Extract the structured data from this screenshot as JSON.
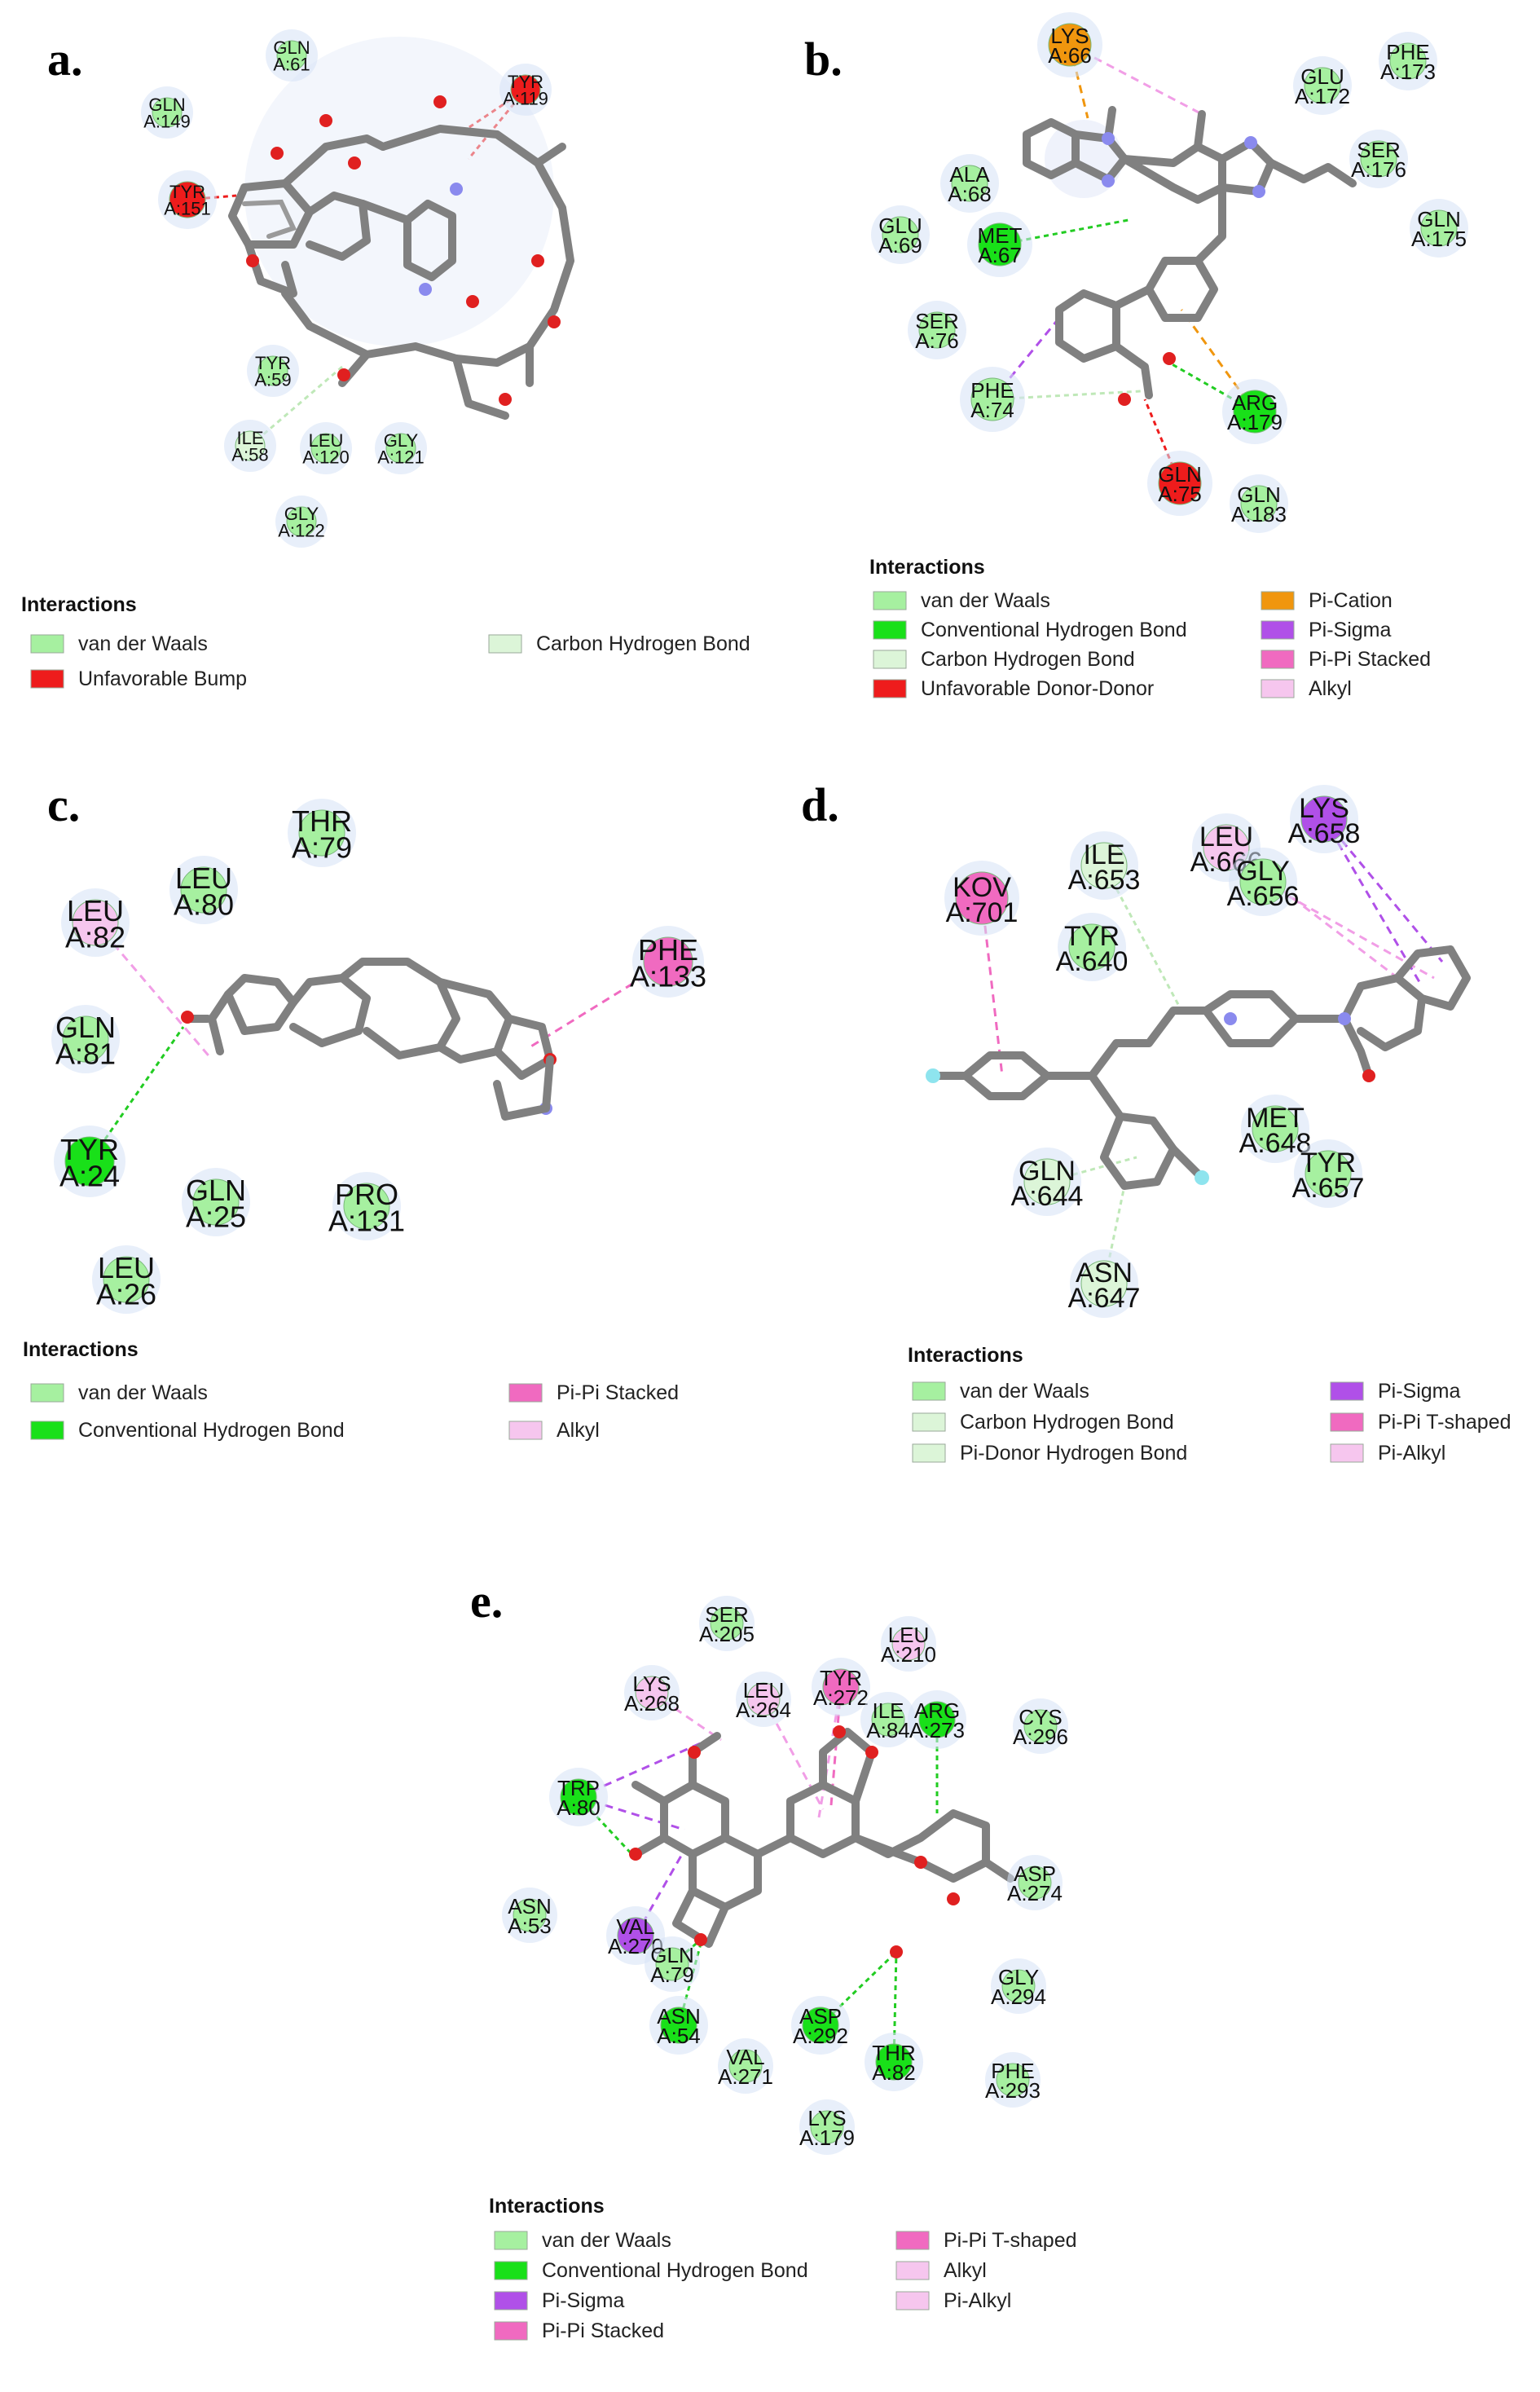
{
  "colors": {
    "vdw": "#a6f0a0",
    "conv_hbond": "#19e019",
    "carbon_hbond": "#dcf5d8",
    "bump": "#ee1c1c",
    "pi_cation": "#f0960e",
    "pi_sigma": "#b050e8",
    "pi_pi": "#f06ac0",
    "alkyl": "#f6c6ee",
    "glow": "#d6e2f6",
    "bond": "#808080",
    "oxygen": "#e02020",
    "nitrogen": "#8a8aee",
    "fluorine": "#8ee4ee"
  },
  "legend_title": "Interactions",
  "panels": [
    {
      "id": "a",
      "letter": "a.",
      "residues": [
        {
          "name": "GLN",
          "num": "A:61",
          "type": "vdw"
        },
        {
          "name": "GLN",
          "num": "A:149",
          "type": "vdw"
        },
        {
          "name": "TYR",
          "num": "A:119",
          "type": "bump"
        },
        {
          "name": "TYR",
          "num": "A:151",
          "type": "bump"
        },
        {
          "name": "TYR",
          "num": "A:59",
          "type": "vdw"
        },
        {
          "name": "ILE",
          "num": "A:58",
          "type": "carbon_hbond"
        },
        {
          "name": "LEU",
          "num": "A:120",
          "type": "vdw"
        },
        {
          "name": "GLY",
          "num": "A:121",
          "type": "vdw"
        },
        {
          "name": "GLY",
          "num": "A:122",
          "type": "vdw"
        }
      ],
      "legend": [
        {
          "label": "van der Waals",
          "type": "vdw"
        },
        {
          "label": "Unfavorable Bump",
          "type": "bump"
        },
        {
          "label": "Carbon Hydrogen Bond",
          "type": "carbon_hbond"
        }
      ]
    },
    {
      "id": "b",
      "letter": "b.",
      "residues": [
        {
          "name": "LYS",
          "num": "A:66",
          "type": "pi_cation"
        },
        {
          "name": "PHE",
          "num": "A:173",
          "type": "vdw"
        },
        {
          "name": "GLU",
          "num": "A:172",
          "type": "vdw"
        },
        {
          "name": "SER",
          "num": "A:176",
          "type": "vdw"
        },
        {
          "name": "GLN",
          "num": "A:175",
          "type": "vdw"
        },
        {
          "name": "ALA",
          "num": "A:68",
          "type": "vdw"
        },
        {
          "name": "GLU",
          "num": "A:69",
          "type": "vdw"
        },
        {
          "name": "MET",
          "num": "A:67",
          "type": "conv_hbond"
        },
        {
          "name": "SER",
          "num": "A:76",
          "type": "vdw"
        },
        {
          "name": "PHE",
          "num": "A:74",
          "type": "vdw"
        },
        {
          "name": "ARG",
          "num": "A:179",
          "type": "conv_hbond"
        },
        {
          "name": "GLN",
          "num": "A:75",
          "type": "bump"
        },
        {
          "name": "GLN",
          "num": "A:183",
          "type": "vdw"
        }
      ],
      "legend": [
        {
          "label": "van der Waals",
          "type": "vdw"
        },
        {
          "label": "Conventional Hydrogen Bond",
          "type": "conv_hbond"
        },
        {
          "label": "Carbon Hydrogen Bond",
          "type": "carbon_hbond"
        },
        {
          "label": "Unfavorable Donor-Donor",
          "type": "bump"
        },
        {
          "label": "Pi-Cation",
          "type": "pi_cation"
        },
        {
          "label": "Pi-Sigma",
          "type": "pi_sigma"
        },
        {
          "label": "Pi-Pi Stacked",
          "type": "pi_pi"
        },
        {
          "label": "Alkyl",
          "type": "alkyl"
        }
      ]
    },
    {
      "id": "c",
      "letter": "c.",
      "residues": [
        {
          "name": "THR",
          "num": "A:79",
          "type": "vdw"
        },
        {
          "name": "LEU",
          "num": "A:80",
          "type": "vdw"
        },
        {
          "name": "LEU",
          "num": "A:82",
          "type": "alkyl"
        },
        {
          "name": "PHE",
          "num": "A:133",
          "type": "pi_pi"
        },
        {
          "name": "GLN",
          "num": "A:81",
          "type": "vdw"
        },
        {
          "name": "TYR",
          "num": "A:24",
          "type": "conv_hbond"
        },
        {
          "name": "GLN",
          "num": "A:25",
          "type": "vdw"
        },
        {
          "name": "PRO",
          "num": "A:131",
          "type": "vdw"
        },
        {
          "name": "LEU",
          "num": "A:26",
          "type": "vdw"
        }
      ],
      "legend": [
        {
          "label": "van der Waals",
          "type": "vdw"
        },
        {
          "label": "Conventional Hydrogen Bond",
          "type": "conv_hbond"
        },
        {
          "label": "Pi-Pi Stacked",
          "type": "pi_pi"
        },
        {
          "label": "Alkyl",
          "type": "alkyl"
        }
      ]
    },
    {
      "id": "d",
      "letter": "d.",
      "residues": [
        {
          "name": "KOV",
          "num": "A:701",
          "type": "pi_pi"
        },
        {
          "name": "ILE",
          "num": "A:653",
          "type": "carbon_hbond"
        },
        {
          "name": "LEU",
          "num": "A:666",
          "type": "alkyl"
        },
        {
          "name": "GLY",
          "num": "A:656",
          "type": "vdw"
        },
        {
          "name": "LYS",
          "num": "A:658",
          "type": "pi_sigma"
        },
        {
          "name": "TYR",
          "num": "A:640",
          "type": "vdw"
        },
        {
          "name": "MET",
          "num": "A:648",
          "type": "vdw"
        },
        {
          "name": "TYR",
          "num": "A:657",
          "type": "vdw"
        },
        {
          "name": "GLN",
          "num": "A:644",
          "type": "carbon_hbond"
        },
        {
          "name": "ASN",
          "num": "A:647",
          "type": "carbon_hbond"
        }
      ],
      "legend": [
        {
          "label": "van der Waals",
          "type": "vdw"
        },
        {
          "label": "Carbon Hydrogen Bond",
          "type": "carbon_hbond"
        },
        {
          "label": "Pi-Donor Hydrogen Bond",
          "type": "carbon_hbond"
        },
        {
          "label": "Pi-Sigma",
          "type": "pi_sigma"
        },
        {
          "label": "Pi-Pi T-shaped",
          "type": "pi_pi"
        },
        {
          "label": "Pi-Alkyl",
          "type": "alkyl"
        }
      ]
    },
    {
      "id": "e",
      "letter": "e.",
      "residues": [
        {
          "name": "SER",
          "num": "A:205",
          "type": "vdw"
        },
        {
          "name": "LEU",
          "num": "A:210",
          "type": "alkyl"
        },
        {
          "name": "LYS",
          "num": "A:268",
          "type": "alkyl"
        },
        {
          "name": "LEU",
          "num": "A:264",
          "type": "alkyl"
        },
        {
          "name": "TYR",
          "num": "A:272",
          "type": "pi_pi"
        },
        {
          "name": "ILE",
          "num": "A:84",
          "type": "vdw"
        },
        {
          "name": "ARG",
          "num": "A:273",
          "type": "conv_hbond"
        },
        {
          "name": "CYS",
          "num": "A:296",
          "type": "vdw"
        },
        {
          "name": "TRP",
          "num": "A:80",
          "type": "conv_hbond"
        },
        {
          "name": "ASP",
          "num": "A:274",
          "type": "vdw"
        },
        {
          "name": "ASN",
          "num": "A:53",
          "type": "vdw"
        },
        {
          "name": "VAL",
          "num": "A:270",
          "type": "pi_sigma"
        },
        {
          "name": "GLN",
          "num": "A:79",
          "type": "vdw"
        },
        {
          "name": "GLY",
          "num": "A:294",
          "type": "vdw"
        },
        {
          "name": "ASN",
          "num": "A:54",
          "type": "conv_hbond"
        },
        {
          "name": "ASP",
          "num": "A:292",
          "type": "conv_hbond"
        },
        {
          "name": "THR",
          "num": "A:82",
          "type": "conv_hbond"
        },
        {
          "name": "VAL",
          "num": "A:271",
          "type": "vdw"
        },
        {
          "name": "PHE",
          "num": "A:293",
          "type": "vdw"
        },
        {
          "name": "LYS",
          "num": "A:179",
          "type": "vdw"
        }
      ],
      "legend": [
        {
          "label": "van der Waals",
          "type": "vdw"
        },
        {
          "label": "Conventional Hydrogen Bond",
          "type": "conv_hbond"
        },
        {
          "label": "Pi-Sigma",
          "type": "pi_sigma"
        },
        {
          "label": "Pi-Pi Stacked",
          "type": "pi_pi"
        },
        {
          "label": "Pi-Pi T-shaped",
          "type": "pi_pi"
        },
        {
          "label": "Alkyl",
          "type": "alkyl"
        },
        {
          "label": "Pi-Alkyl",
          "type": "alkyl"
        }
      ]
    }
  ]
}
